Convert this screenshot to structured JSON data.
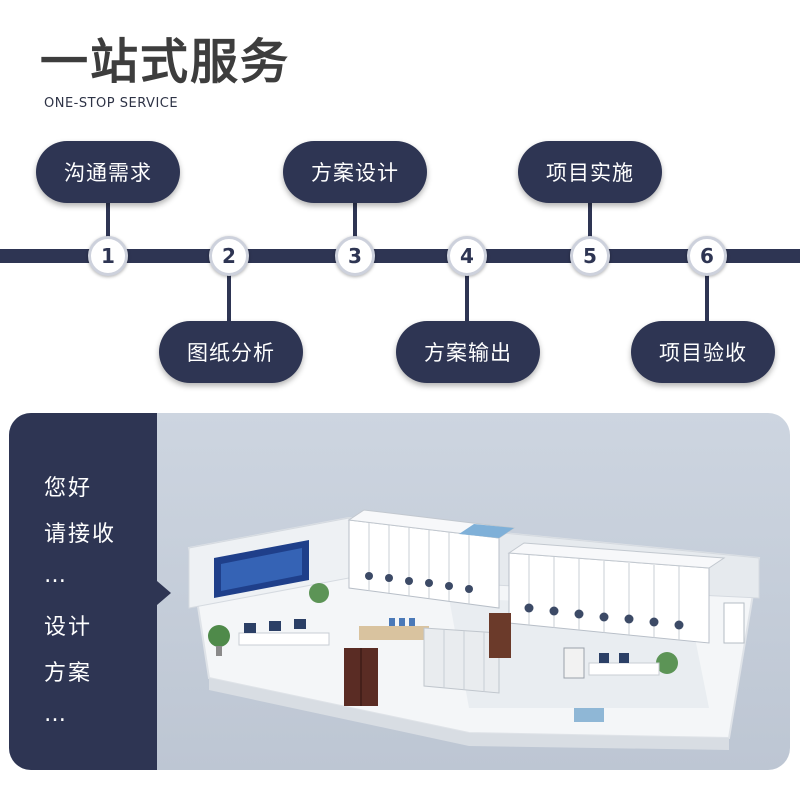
{
  "header": {
    "title": "一站式服务",
    "subtitle": "ONE-STOP SERVICE"
  },
  "steps": [
    {
      "number": "1",
      "label": "沟通需求"
    },
    {
      "number": "2",
      "label": "图纸分析"
    },
    {
      "number": "3",
      "label": "方案设计"
    },
    {
      "number": "4",
      "label": "方案输出"
    },
    {
      "number": "5",
      "label": "项目实施"
    },
    {
      "number": "6",
      "label": "项目验收"
    }
  ],
  "panel": {
    "lines": [
      "您好",
      "请接收",
      "…",
      "设计",
      "方案",
      "…"
    ]
  },
  "colors": {
    "navy": "#2e3553",
    "title_gray": "#3d3d3d",
    "card_bg": "#c5cdd9"
  }
}
